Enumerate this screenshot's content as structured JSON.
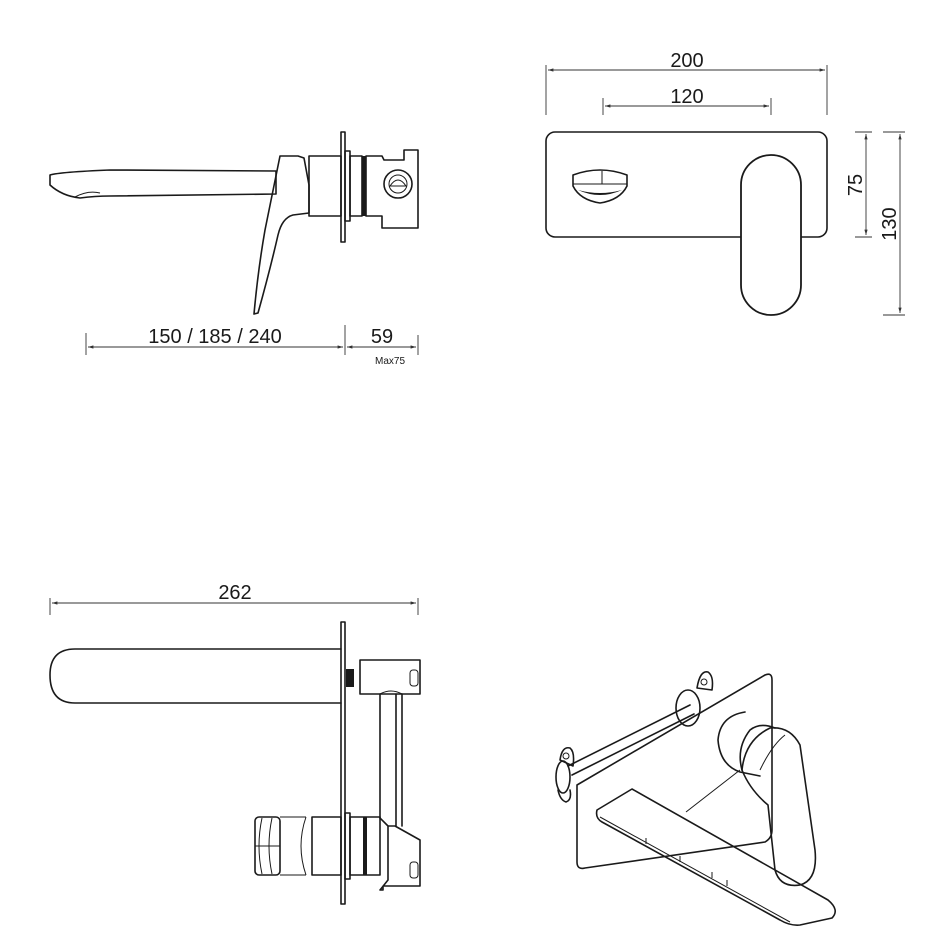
{
  "drawing": {
    "type": "technical-dimension-drawing",
    "subject": "wall-mounted basin mixer with spout",
    "units": "mm",
    "line_color": "#1a1a1a",
    "background": "#ffffff"
  },
  "side_view": {
    "spout_length_label": "150 / 185 / 240",
    "wall_depth_label": "59",
    "wall_depth_max_label": "Max75"
  },
  "front_view": {
    "overall_width_label": "200",
    "handle_spout_spacing_label": "120",
    "plate_height_label": "75",
    "overall_height_label": "130"
  },
  "top_view": {
    "overall_projection_label": "262"
  },
  "iso_view": {
    "label": ""
  }
}
